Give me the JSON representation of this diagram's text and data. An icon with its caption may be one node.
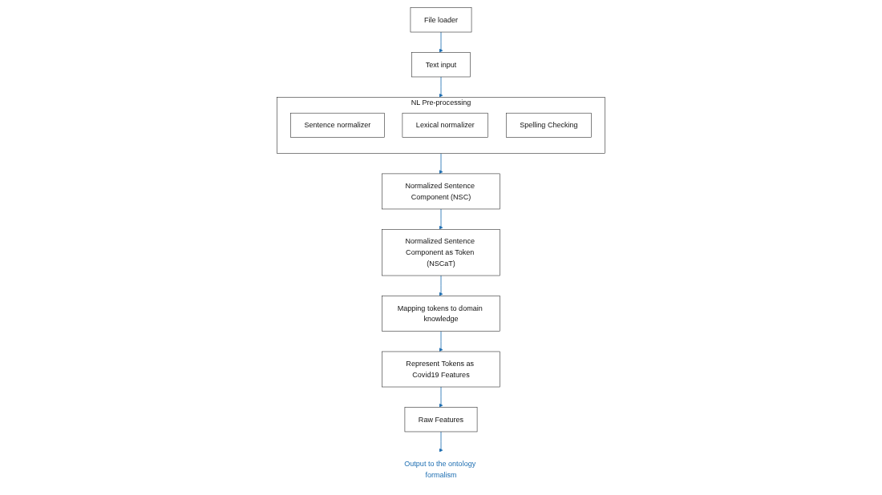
{
  "diagram": {
    "nodes": [
      {
        "text": [
          "NL Pre-processing"
        ]
      },
      {
        "text": [
          "Sentence normalizer"
        ],
        "in": 0
      },
      {
        "text": [
          "Lexical normalizer"
        ],
        "in": 0
      },
      {
        "text": [
          "Spelling Checking"
        ],
        "in": 0
      },
      {
        "text": [
          "Text input"
        ]
      },
      {
        "text": [
          "File loader"
        ]
      },
      {
        "text": [
          "Normalized Sentence Component (NSC)"
        ]
      },
      {
        "text": [
          "Normalized Sentence Component as Token (NSCaT)"
        ]
      },
      {
        "text": [
          "Mapping tokens to domain knowledge"
        ]
      },
      {
        "text": [
          "Represent Tokens as Covid19 Features"
        ]
      },
      {
        "text": [
          "Raw Features"
        ]
      },
      {
        "text": [
          "Output to the ontology formalism"
        ]
      }
    ],
    "edges": [
      {
        "from": 5,
        "to": 4,
        "arrow": "to"
      },
      {
        "from": 4,
        "to": 0,
        "arrow": "to"
      },
      {
        "from": 0,
        "to": 6,
        "arrow": "to"
      },
      {
        "from": 6,
        "to": 7,
        "arrow": "to"
      },
      {
        "from": 7,
        "to": 8,
        "arrow": "to"
      },
      {
        "from": 8,
        "to": 9,
        "arrow": "to"
      },
      {
        "from": 9,
        "to": 10,
        "arrow": "to"
      },
      {
        "from": 10,
        "to": 11,
        "arrow": "to"
      }
    ]
  }
}
